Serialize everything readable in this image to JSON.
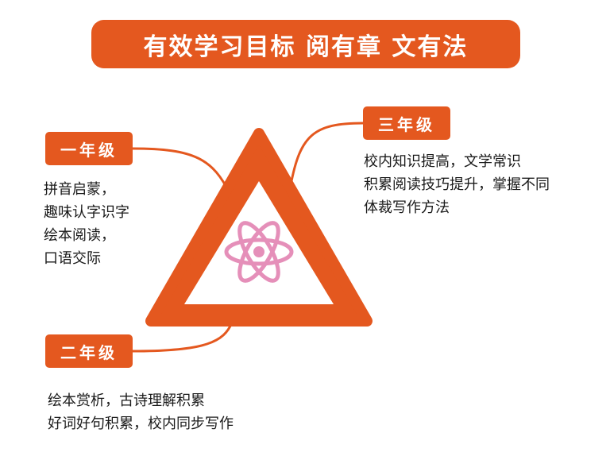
{
  "title": "有效学习目标 阅有章 文有法",
  "center_icon": "atom-icon",
  "colors": {
    "accent": "#e4581f",
    "atom": "#e58fb9",
    "text": "#1a1a1a",
    "background": "#ffffff"
  },
  "grades": [
    {
      "label": "一年级",
      "lines": [
        "拼音启蒙，",
        "趣味认字识字",
        "绘本阅读，",
        "口语交际"
      ]
    },
    {
      "label": "二年级",
      "lines": [
        "绘本赏析，古诗理解积累",
        "好词好句积累，校内同步写作"
      ]
    },
    {
      "label": "三年级",
      "lines": [
        "校内知识提高，文学常识",
        "积累阅读技巧提升，掌握不同",
        "体裁写作方法"
      ]
    }
  ]
}
